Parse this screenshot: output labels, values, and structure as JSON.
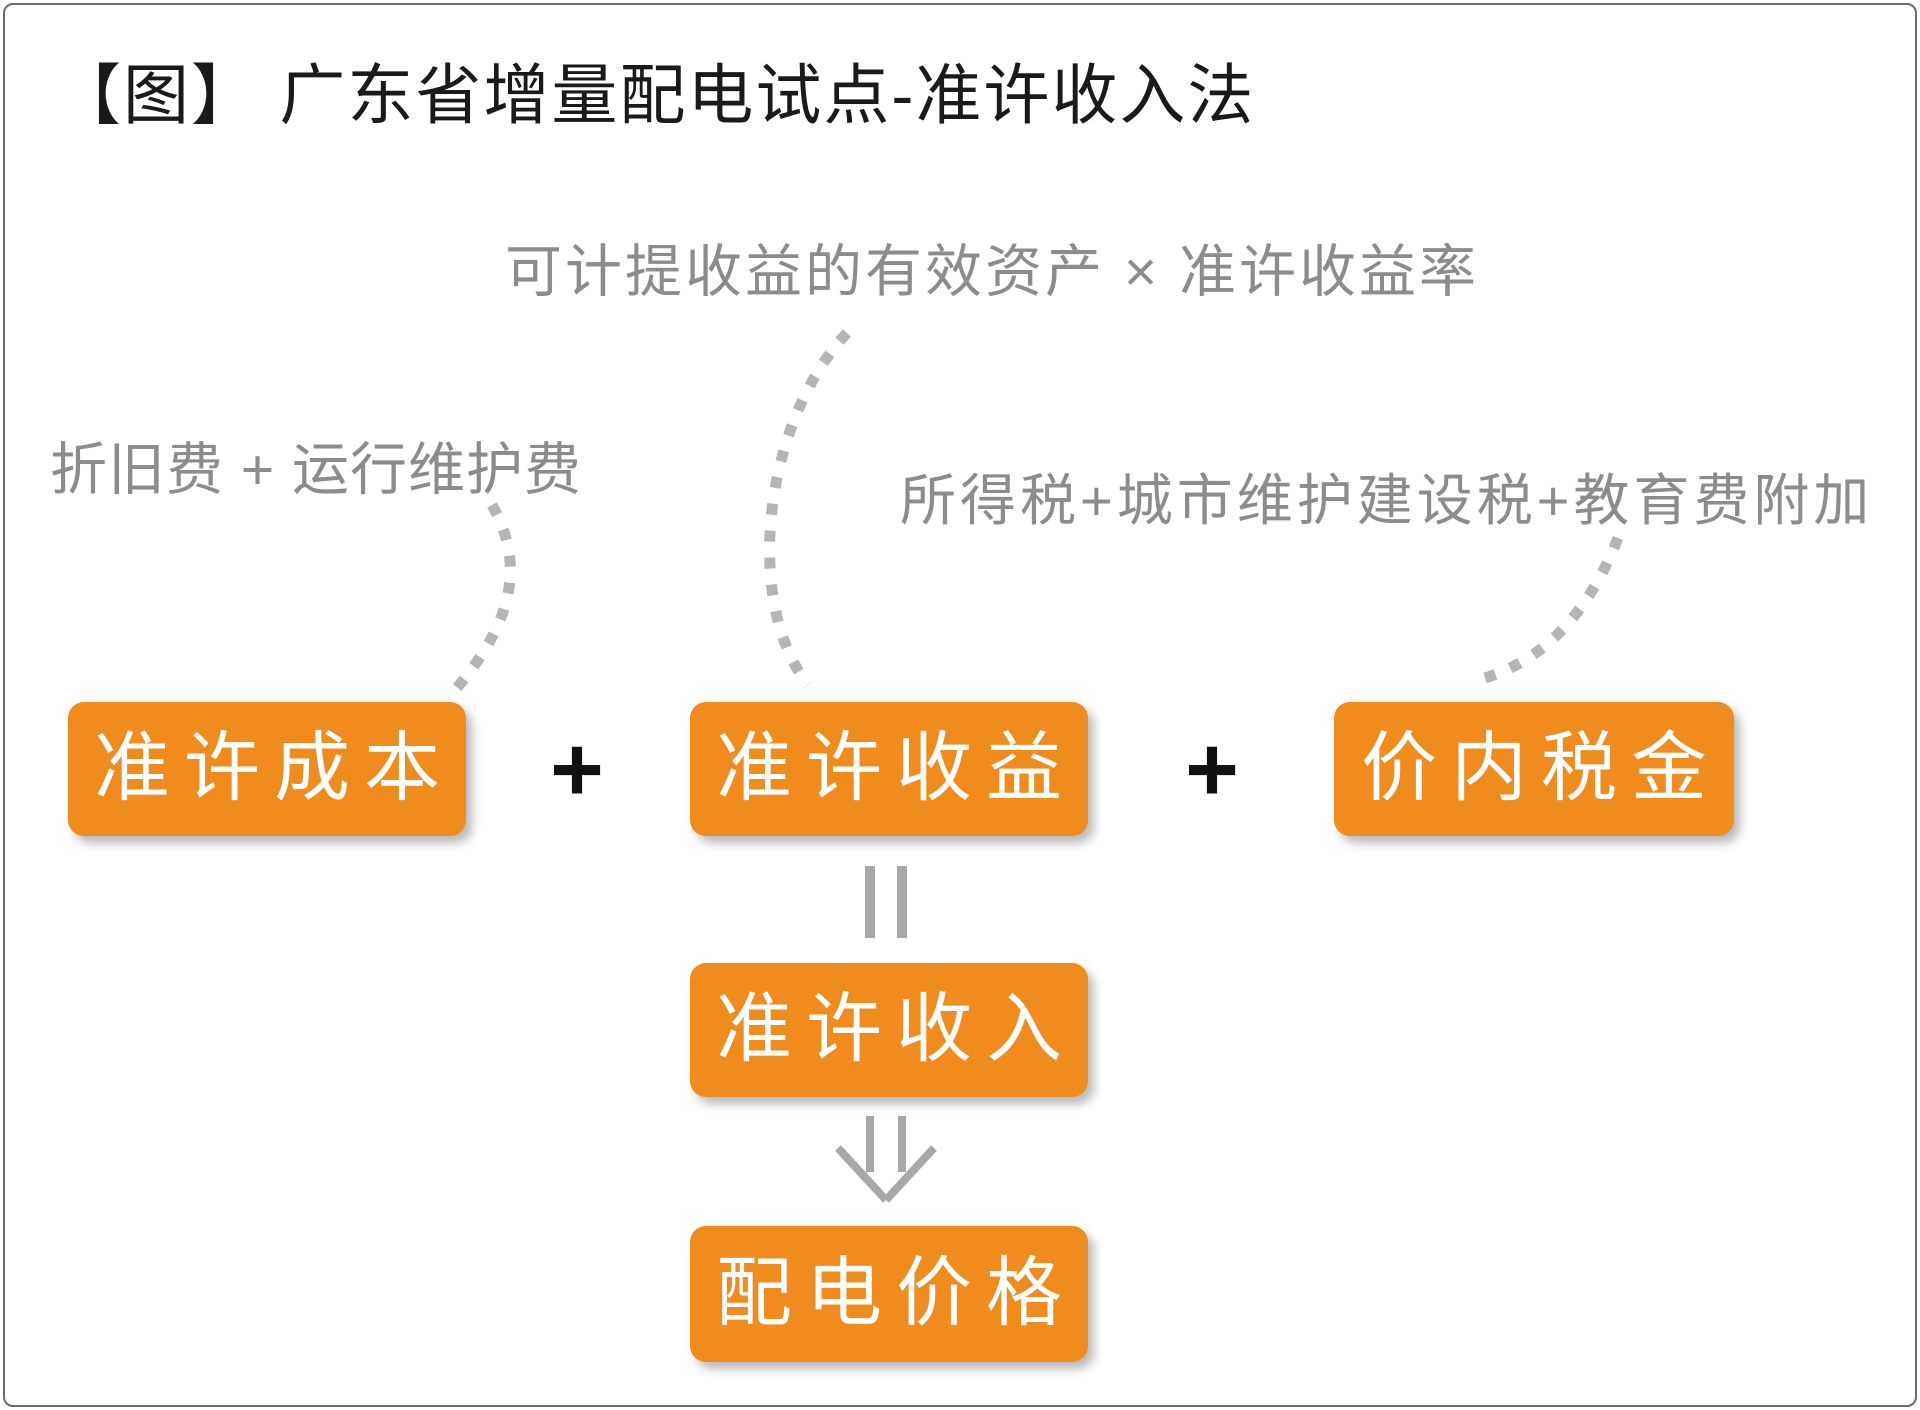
{
  "title": "【图】 广东省增量配电试点-准许收入法",
  "annotations": {
    "cost_formula": "折旧费 + 运行维护费",
    "return_formula": "可计提收益的有效资产 × 准许收益率",
    "tax_formula": "所得税+城市维护建设税+教育费附加"
  },
  "equation": {
    "operands": [
      {
        "label": "准许成本"
      },
      {
        "label": "准许收益"
      },
      {
        "label": "价内税金"
      }
    ],
    "plus_sign": "+",
    "result_label": "准许收入"
  },
  "outcome": {
    "label": "配电价格"
  },
  "colors": {
    "box_fill": "#F08C1E",
    "box_text": "#FFFFFF",
    "annotation_text": "#8C8C8C",
    "dotted_connector": "#B5B5B5",
    "arrow_connector": "#A8A8A8",
    "title_text": "#1A1A1A",
    "operator_text": "#111111",
    "frame_border": "#6B6B6B"
  }
}
